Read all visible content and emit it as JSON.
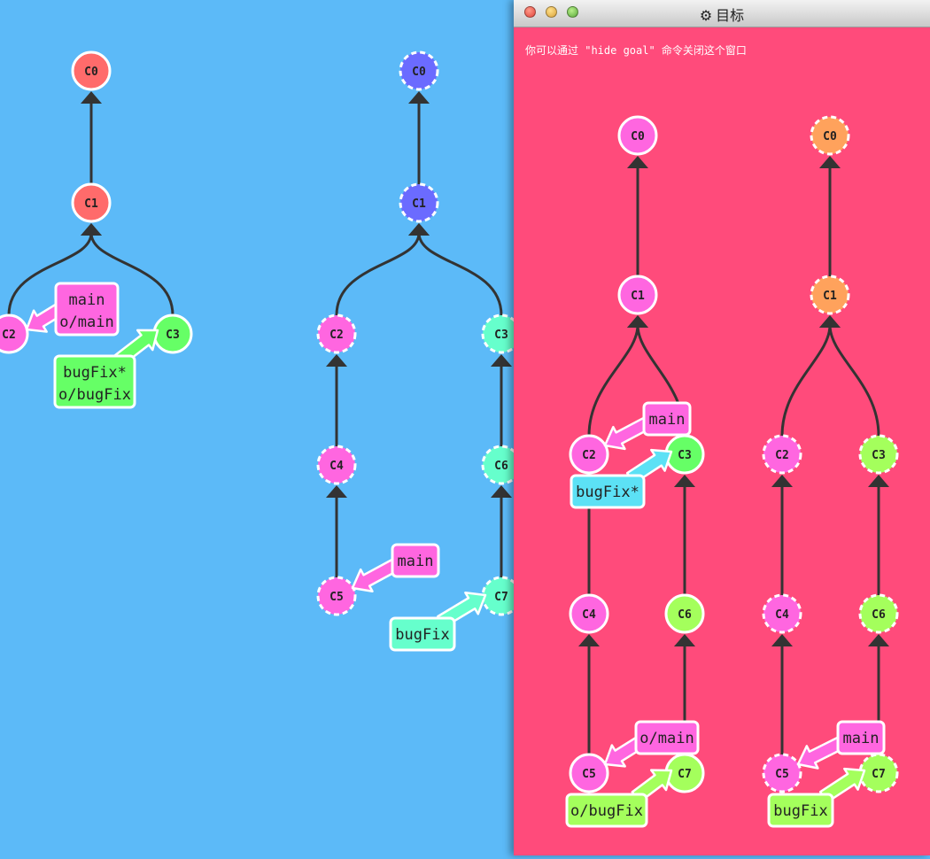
{
  "goal_window": {
    "title": "目标",
    "gear_icon": "gear-icon",
    "hint": "你可以通过 \"hide goal\" 命令关闭这个窗口"
  },
  "commits": {
    "C0": "C0",
    "C1": "C1",
    "C2": "C2",
    "C3": "C3",
    "C4": "C4",
    "C5": "C5",
    "C6": "C6",
    "C7": "C7"
  },
  "branches": {
    "main": "main",
    "o_main": "o/main",
    "bugfix": "bugFix",
    "bugfix_star": "bugFix*",
    "o_bugfix": "o/bugFix"
  },
  "colors": {
    "background": "#5cbaf8",
    "goal_background": "#ff4b7b",
    "main": "#ff66e0",
    "bugfix_current": "#66ff66",
    "bugfix_remote": "#66ffcc",
    "goal_bugfix": "#5ce1f5",
    "goal_green": "#a4ff5c",
    "local_root": "#ff6b6b",
    "remote_root": "#6b6bff",
    "goal_remote_root": "#ffa25c"
  }
}
